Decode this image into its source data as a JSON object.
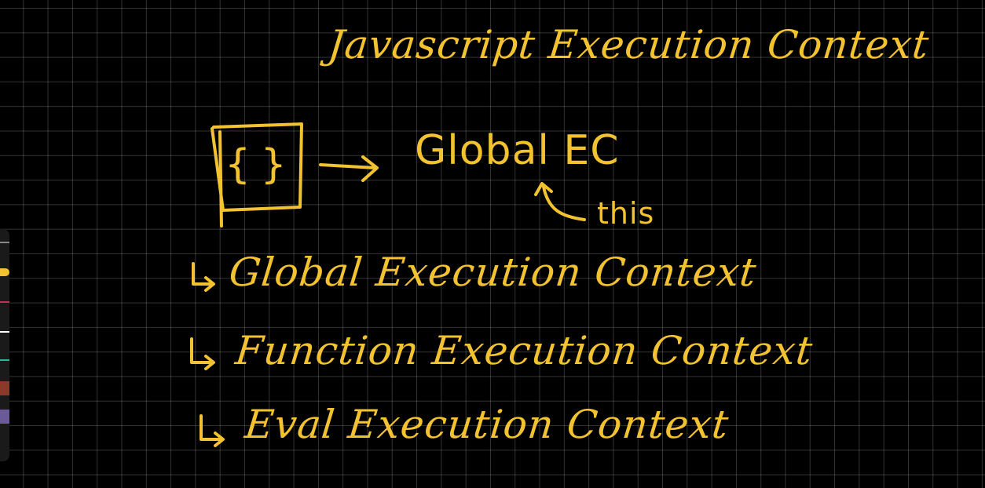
{
  "board": {
    "title": "Javascript Execution Context",
    "global_label": "Global EC",
    "this_label": "this",
    "braces": "{ }",
    "items": [
      "Global Execution Context",
      "Function Execution Context",
      "Eval Execution Context"
    ]
  },
  "colors": {
    "ink": "#f2c230",
    "background": "#000000",
    "grid": "#4a4a4a"
  },
  "palette": {
    "swatches": [
      "#888888",
      "#f2c230",
      "#c0305a",
      "#ffffff",
      "#2fb59a",
      "#8b3a2a",
      "#6a5a9a"
    ]
  }
}
